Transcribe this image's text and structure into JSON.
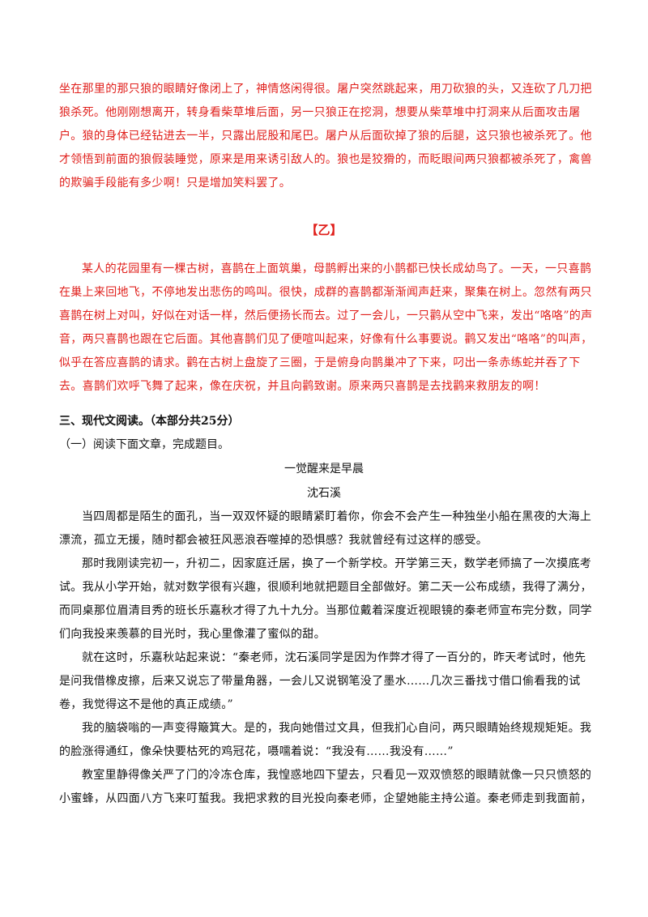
{
  "jia_text": "坐在那里的那只狼的眼睛好像闭上了，神情悠闲得很。屠户突然跳起来，用刀砍狼的头，又连砍了几刀把狼杀死。他刚刚想离开，转身看柴草堆后面，另一只狼正在挖洞，想要从柴草堆中打洞来从后面攻击屠户。狼的身体已经钻进去一半，只露出屁股和尾巴。屠户从后面砍掉了狼的后腿，这只狼也被杀死了。他才领悟到前面的狼假装睡觉，原来是用来诱引敌人的。狼也是狡猾的，而眨眼间两只狼都被杀死了，禽兽的欺骗手段能有多少啊！只是增加笑料罢了。",
  "yi_heading": "【乙】",
  "yi_text": "某人的花园里有一棵古树，喜鹊在上面筑巢，母鹊孵出来的小鹊都已快长成幼鸟了。一天，一只喜鹊在巢上来回地飞，不停地发出悲伤的鸣叫。很快，成群的喜鹊都渐渐闻声赶来，聚集在树上。忽然有两只喜鹊在树上对叫，好似在对话一样，然后便扬长而去。过了一会儿，一只鹳从空中飞来，发出“咯咯”的声音，两只喜鹊也跟在它后面。其他喜鹊们见了便喧叫起来，好像有什么事要说。鹳又发出“咯咯”的叫声，似乎在答应喜鹊的请求。鹳在古树上盘旋了三圈，于是俯身向鹊巢冲了下来，叼出一条赤练蛇并吞了下去。喜鹊们欢呼飞舞了起来，像在庆祝，并且向鹳致谢。原来两只喜鹊是去找鹳来救朋友的啊！",
  "section_heading": "三、现代文阅读。（本部分共25分）",
  "sub_heading": "（一）阅读下面文章，完成题目。",
  "essay_title": "一觉醒来是早晨",
  "essay_author": "沈石溪",
  "paragraphs": [
    "当四周都是陌生的面孔，当一双双怀疑的眼睛紧盯着你，你会不会产生一种独坐小船在黑夜的大海上漂流，孤立无援，随时都会被狂风恶浪吞噬掉的恐惧感？我就曾经有过这样的感受。",
    "那时我刚读完初一，升初二，因家庭迁居，换了一个新学校。开学第三天，数学老师搞了一次摸底考试。我从小学开始，就对数学很有兴趣，很顺利地就把题目全部做好。第二天一公布成绩，我得了满分，而同桌那位眉清目秀的班长乐嘉秋才得了九十九分。当那位戴着深度近视眼镜的秦老师宣布完分数，同学们向我投来羡慕的目光时，我心里像灌了蜜似的甜。",
    "就在这时，乐嘉秋站起来说：“秦老师，沈石溪同学是因为作弊才得了一百分的，昨天考试时，他先是问我借橡皮擦，后来又说忘了带量角器，一会儿又说钢笔没了墨水……几次三番找寸借口偷看我的试卷，我觉得这不是他的真正成绩。”",
    "我的脑袋嗡的一声变得簸箕大。是的，我向她借过文具，但我扪心自问，两只眼睛始终规规矩矩。我的脸涨得通红，像朵快要枯死的鸡冠花，嗫嚅着说：“我没有……我没有……”",
    "教室里静得像关严了门的冷冻仓库，我惶惑地四下望去，只看见一双双愤怒的眼睛就像一只只愤怒的小蜜蜂，从四面八方飞来叮蜇我。我把求救的目光投向秦老师，企望她能主持公道。秦老师走到我面前，"
  ]
}
